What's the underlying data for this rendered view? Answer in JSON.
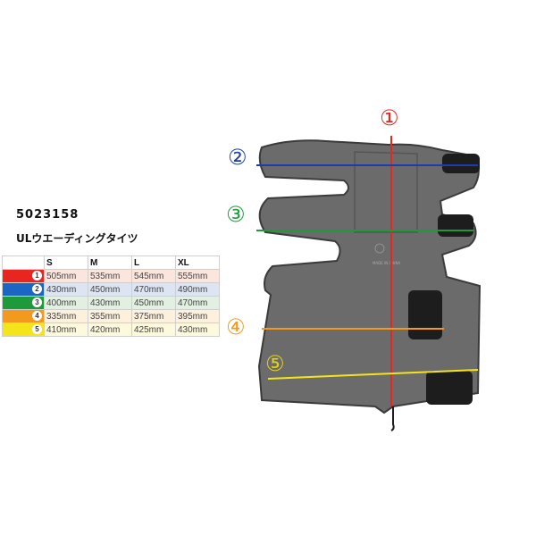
{
  "product": {
    "code": "5023158",
    "name": "ULウエーディングタイツ"
  },
  "size_table": {
    "headers": [
      "S",
      "M",
      "L",
      "XL"
    ],
    "rows": [
      {
        "num": "1",
        "color": "#e8261f",
        "bg": "#fbe5dd",
        "values": [
          "505mm",
          "535mm",
          "545mm",
          "555mm"
        ]
      },
      {
        "num": "2",
        "color": "#1a66c2",
        "bg": "#dde4f3",
        "values": [
          "430mm",
          "450mm",
          "470mm",
          "490mm"
        ]
      },
      {
        "num": "3",
        "color": "#1f9a3a",
        "bg": "#e2f0e1",
        "values": [
          "400mm",
          "430mm",
          "450mm",
          "470mm"
        ]
      },
      {
        "num": "4",
        "color": "#f39a1e",
        "bg": "#fdf0dd",
        "values": [
          "335mm",
          "355mm",
          "375mm",
          "395mm"
        ]
      },
      {
        "num": "5",
        "color": "#f3e51a",
        "bg": "#fdf9dc",
        "values": [
          "410mm",
          "420mm",
          "425mm",
          "430mm"
        ]
      }
    ]
  },
  "markers": [
    {
      "num": "①",
      "color": "#e8261f"
    },
    {
      "num": "②",
      "color": "#1a3faa"
    },
    {
      "num": "③",
      "color": "#1f9a3a"
    },
    {
      "num": "④",
      "color": "#f39a1e"
    },
    {
      "num": "⑤",
      "color": "#e6d21a"
    }
  ],
  "garment_label": "MADE IN CHINA"
}
